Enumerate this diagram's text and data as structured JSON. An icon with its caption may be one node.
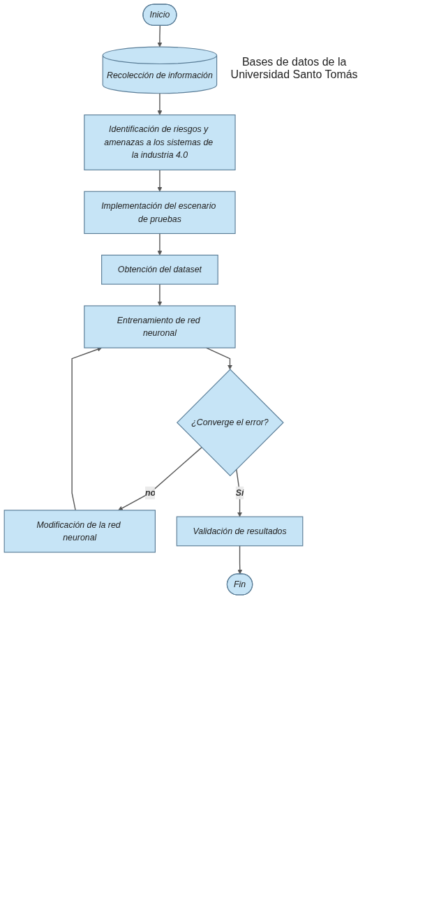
{
  "diagram": {
    "nodes": [
      {
        "text": [
          "Inicio"
        ]
      },
      {
        "text": [
          "Recolección de información"
        ],
        "beside": [
          "Bases de datos de la Universidad Santo Tomás"
        ]
      },
      {
        "text": [
          "Identificación de riesgos y amenazas a los sistemas de la industria 4.0"
        ]
      },
      {
        "text": [
          "Implementación del escenario de pruebas"
        ]
      },
      {
        "text": [
          "Obtención del dataset"
        ]
      },
      {
        "text": [
          "Entrenamiento de red neuronal"
        ]
      },
      {
        "text": [
          "¿Converge el error?"
        ]
      },
      {
        "text": [
          "Modificación de la red neuronal"
        ]
      },
      {
        "text": [
          "Validación de resultados"
        ]
      },
      {
        "text": [
          "Fin"
        ]
      }
    ],
    "edges": [
      {
        "from": 0,
        "to": 1,
        "arrow": "to"
      },
      {
        "from": 1,
        "to": 2,
        "arrow": "to"
      },
      {
        "from": 2,
        "to": 3,
        "arrow": "to"
      },
      {
        "from": 3,
        "to": 4,
        "arrow": "to"
      },
      {
        "from": 4,
        "to": 5,
        "arrow": "to"
      },
      {
        "from": 5,
        "to": 6,
        "arrow": "to"
      },
      {
        "from": 6,
        "to": 7,
        "arrow": "to",
        "label": "no"
      },
      {
        "from": 7,
        "to": 5,
        "arrow": "to"
      },
      {
        "from": 6,
        "to": 8,
        "arrow": "to",
        "label": "Sí"
      },
      {
        "from": 8,
        "to": 9,
        "arrow": "to"
      }
    ]
  }
}
